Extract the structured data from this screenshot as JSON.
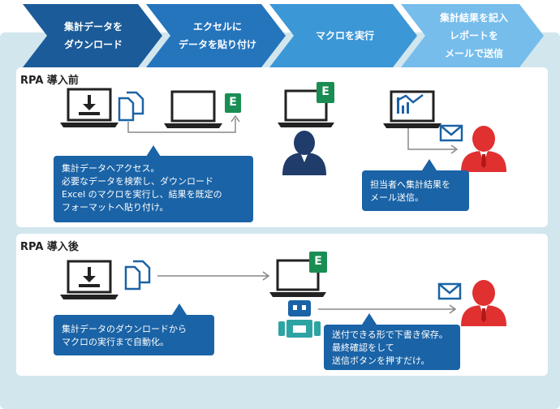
{
  "steps": [
    {
      "label": "集計データを\nダウンロード"
    },
    {
      "label": "エクセルに\nデータを貼り付け"
    },
    {
      "label": "マクロを実行"
    },
    {
      "label": "集計結果を記入\nレポートを\nメールで送信"
    }
  ],
  "colors": {
    "step1": "#1b5b99",
    "step2": "#2575bd",
    "step3": "#3c97d7",
    "step4": "#76bdec",
    "callout": "#1a63a6",
    "frame": "#d2e6ee",
    "excel": "#1a8e52",
    "person_red": "#e03030",
    "person_navy": "#1f3c6b"
  },
  "before": {
    "title": "RPA 導入前",
    "callout_left": "集計データへアクセス。\n必要なデータを検索し、ダウンロード\nExcel のマクロを実行し、結果を既定の\nフォーマットへ貼り付け。",
    "callout_right": "担当者へ集計結果を\nメール送信。",
    "excel_letter": "E"
  },
  "after": {
    "title": "RPA 導入後",
    "callout_left": "集計データのダウンロードから\nマクロの実行まで自動化。",
    "callout_right": "送付できる形で下書き保存。\n最終確認をして\n送信ボタンを押すだけ。",
    "excel_letter": "E"
  }
}
